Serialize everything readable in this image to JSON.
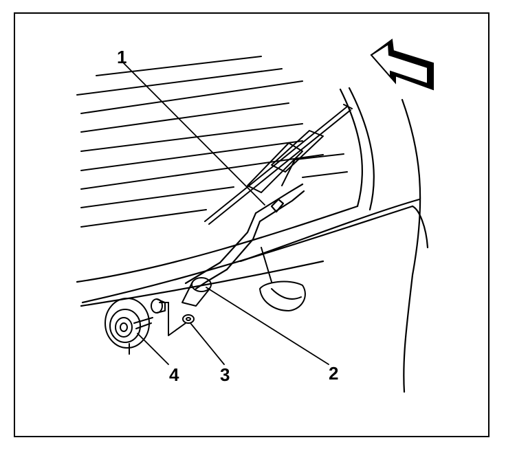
{
  "callouts": {
    "c1": "1",
    "c2": "2",
    "c3": "3",
    "c4": "4"
  },
  "colors": {
    "ink": "#000000",
    "paper": "#ffffff",
    "arrow_fill": "#000000"
  },
  "icons": {
    "direction": "forward-arrow-icon"
  }
}
